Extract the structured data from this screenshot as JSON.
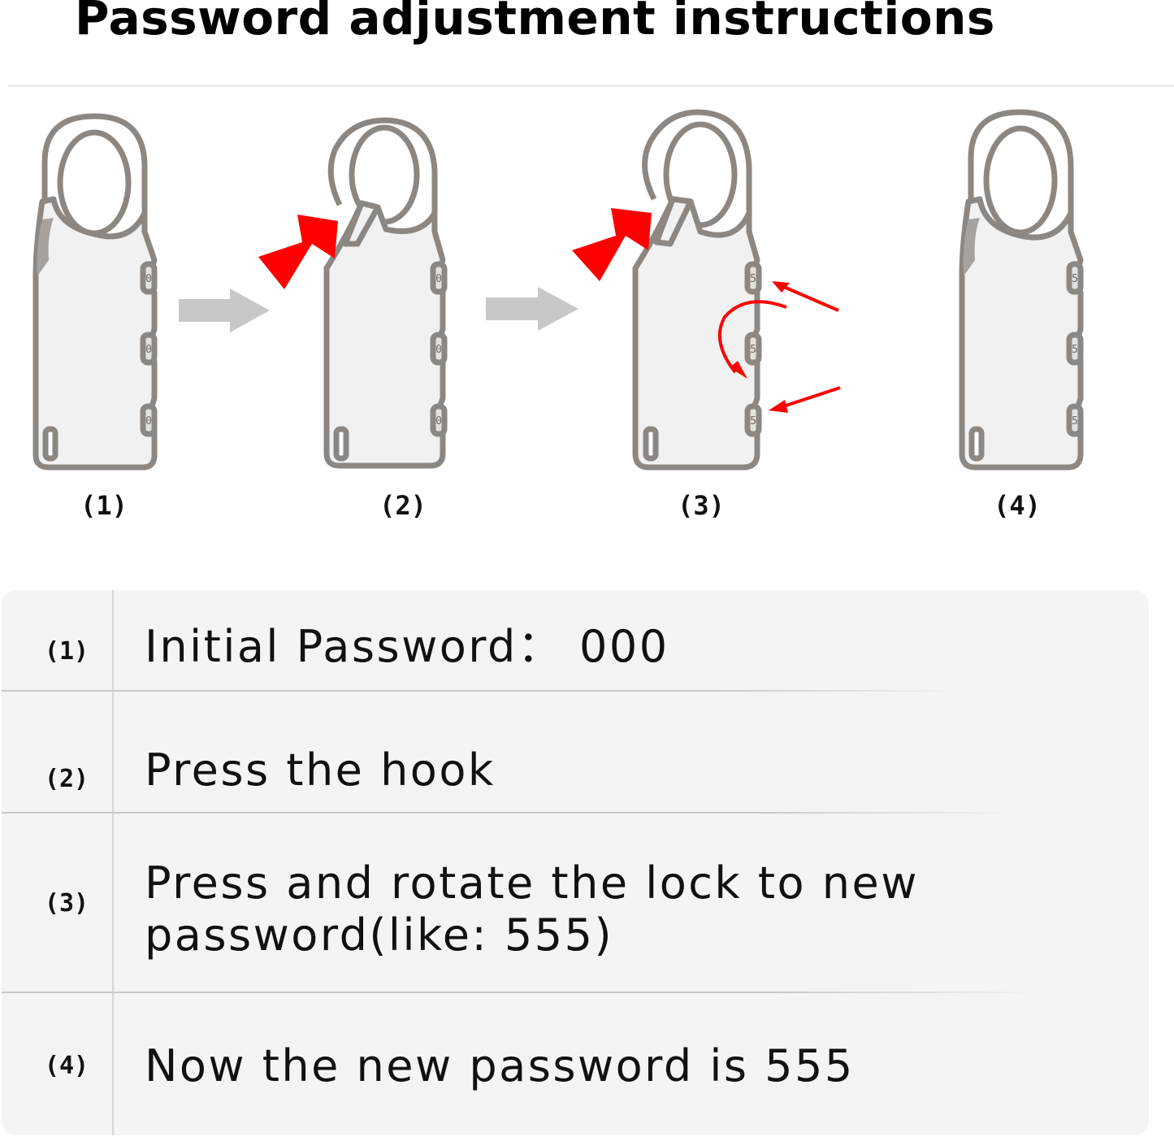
{
  "title": "Password adjustment instructions",
  "colors": {
    "accent": "#ff0000",
    "lock_outline": "#8c8782",
    "arrow": "#c8c8c8",
    "table_bg": "#f4f4f4"
  },
  "illustration": {
    "labels": [
      "(1)",
      "(2)",
      "(3)",
      "(4)"
    ],
    "dial_digits": {
      "lock1": [
        "0",
        "0",
        "0"
      ],
      "lock2": [
        "0",
        "0",
        "0"
      ],
      "lock3": [
        "5",
        "5",
        "5"
      ],
      "lock4": [
        "5",
        "5",
        "5"
      ]
    }
  },
  "steps": [
    {
      "num": "(1)",
      "lines": [
        "Initial Password：  000"
      ]
    },
    {
      "num": "(2)",
      "lines": [
        "Press the hook"
      ]
    },
    {
      "num": "(3)",
      "lines": [
        "Press and rotate the lock to new",
        "password(like:   555)"
      ]
    },
    {
      "num": "(4)",
      "lines": [
        "Now the new password is 555"
      ]
    }
  ]
}
